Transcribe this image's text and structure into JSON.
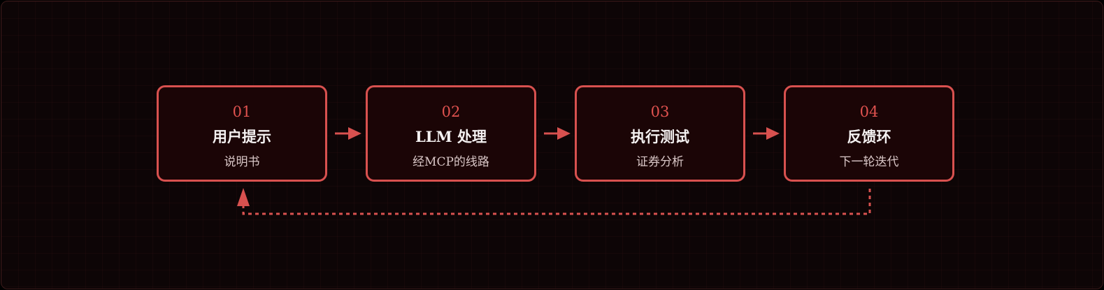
{
  "diagram": {
    "steps": [
      {
        "number": "01",
        "title": "用户提示",
        "subtitle": "说明书"
      },
      {
        "number": "02",
        "title": "LLM 处理",
        "subtitle": "经MCP的线路"
      },
      {
        "number": "03",
        "title": "执行测试",
        "subtitle": "证券分析"
      },
      {
        "number": "04",
        "title": "反馈环",
        "subtitle": "下一轮迭代"
      }
    ],
    "colors": {
      "accent": "#d8514f",
      "background": "#0d0506",
      "box_fill": "#1b0506",
      "title_text": "#f4f1f1",
      "subtitle_text": "#d9c7c7"
    }
  }
}
